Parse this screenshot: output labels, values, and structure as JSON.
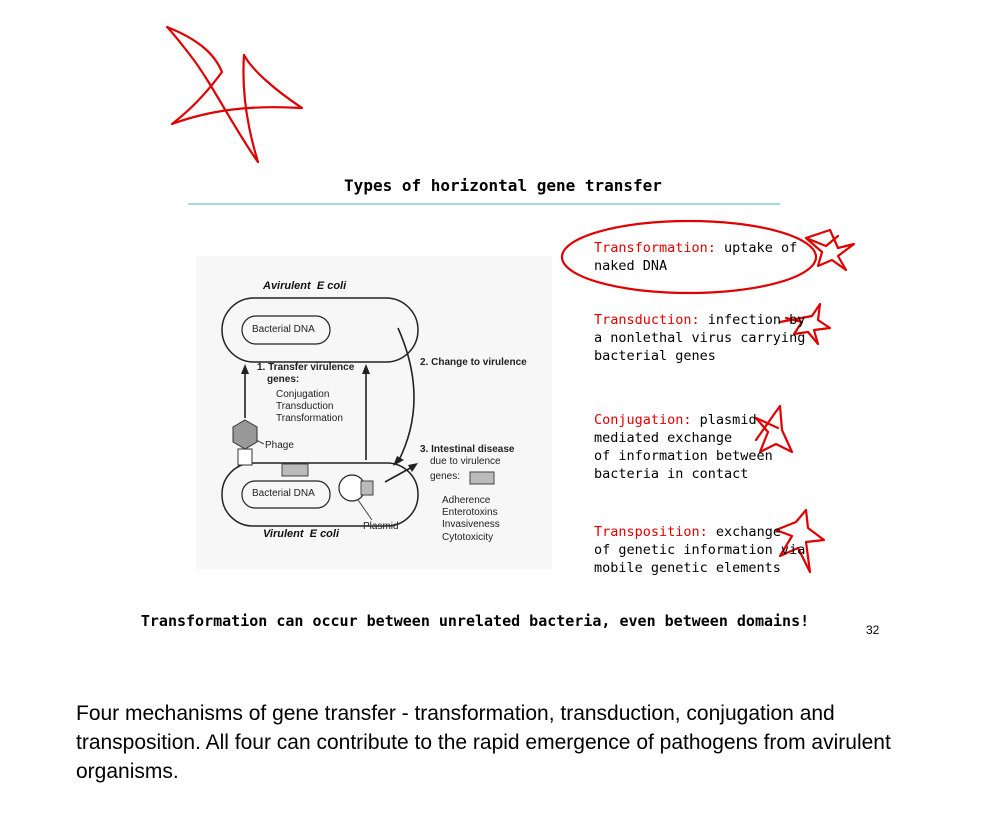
{
  "slide": {
    "title": "Types of horizontal gene transfer",
    "conclusion": "Transformation can occur between unrelated bacteria, even between domains!",
    "slide_number": "32"
  },
  "diagram": {
    "avirulent_title": "Avirulent",
    "avirulent_species": "E coli",
    "virulent_title": "Virulent",
    "virulent_species": "E coli",
    "bacterial_dna_top": "Bacterial DNA",
    "bacterial_dna_bottom": "Bacterial DNA",
    "step1_line1": "1. Transfer virulence",
    "step1_line2": "genes:",
    "step1_items": [
      "Conjugation",
      "Transduction",
      "Transformation"
    ],
    "step2": "2. Change to virulence",
    "step3_line1": "3. Intestinal disease",
    "step3_line2": "due to virulence",
    "step3_line3": "genes:",
    "phage_label": "Phage",
    "plasmid_label": "Plasmid",
    "factors": [
      "Adherence",
      "Enterotoxins",
      "Invasiveness",
      "Cytotoxicity"
    ]
  },
  "mechanisms": [
    {
      "term": "Transformation:",
      "lines": [
        " uptake of",
        "naked DNA"
      ]
    },
    {
      "term": "Transduction:",
      "lines": "  infection by|a nonlethal virus carrying|bacterial genes"
    },
    {
      "term": "Conjugation:",
      "lines": "  plasmid|mediated exchange|of information between|bacteria in contact"
    },
    {
      "term": "Transposition:",
      "lines": "  exchange|of genetic information via|mobile genetic elements"
    }
  ],
  "caption": "Four mechanisms of gene transfer - transformation, transduction, conjugation and transposition.  All four can contribute to the rapid emergence of pathogens from avirulent organisms.",
  "colors": {
    "annotation": "#e00000",
    "rule": "#a9d8e0"
  }
}
